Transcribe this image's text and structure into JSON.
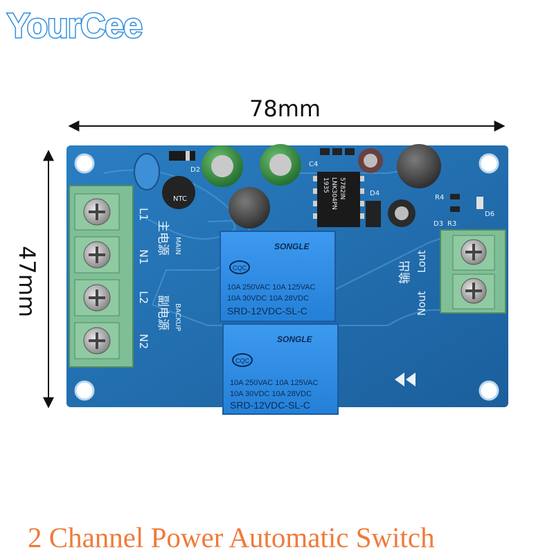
{
  "brand": {
    "name": "YourCee"
  },
  "dimensions": {
    "width_label": "78mm",
    "height_label": "47mm"
  },
  "caption": "2 Channel Power Automatic Switch",
  "board": {
    "input_labels": [
      "L1",
      "N1",
      "L2",
      "N2"
    ],
    "main_label": "MAIN",
    "main_cn": "主电源",
    "backup_label": "BACKUP",
    "backup_cn": "副电源",
    "output_labels": [
      "Lout",
      "Nout"
    ],
    "output_cn": "输出",
    "component_labels": [
      "D2",
      "C4",
      "D4",
      "R4",
      "D6",
      "D3",
      "R3",
      "NTC"
    ],
    "ic_text": [
      "1935",
      "LNK304PN",
      "5782IN"
    ],
    "relays": [
      {
        "brand": "SONGLE",
        "cert": "CQC",
        "ratings": [
          "10A 250VAC  10A 125VAC",
          "10A 30VDC  10A 28VDC"
        ],
        "model": "SRD-12VDC-SL-C"
      },
      {
        "brand": "SONGLE",
        "cert": "CQC",
        "ratings": [
          "10A 250VAC  10A 125VAC",
          "10A 30VDC  10A 28VDC"
        ],
        "model": "SRD-12VDC-SL-C"
      }
    ]
  },
  "colors": {
    "brand": "#2f8fe0",
    "board": "#1e6fb0",
    "terminal": "#7fbf96",
    "relay": "#2d8fe0",
    "caption": "#f07a3a"
  }
}
